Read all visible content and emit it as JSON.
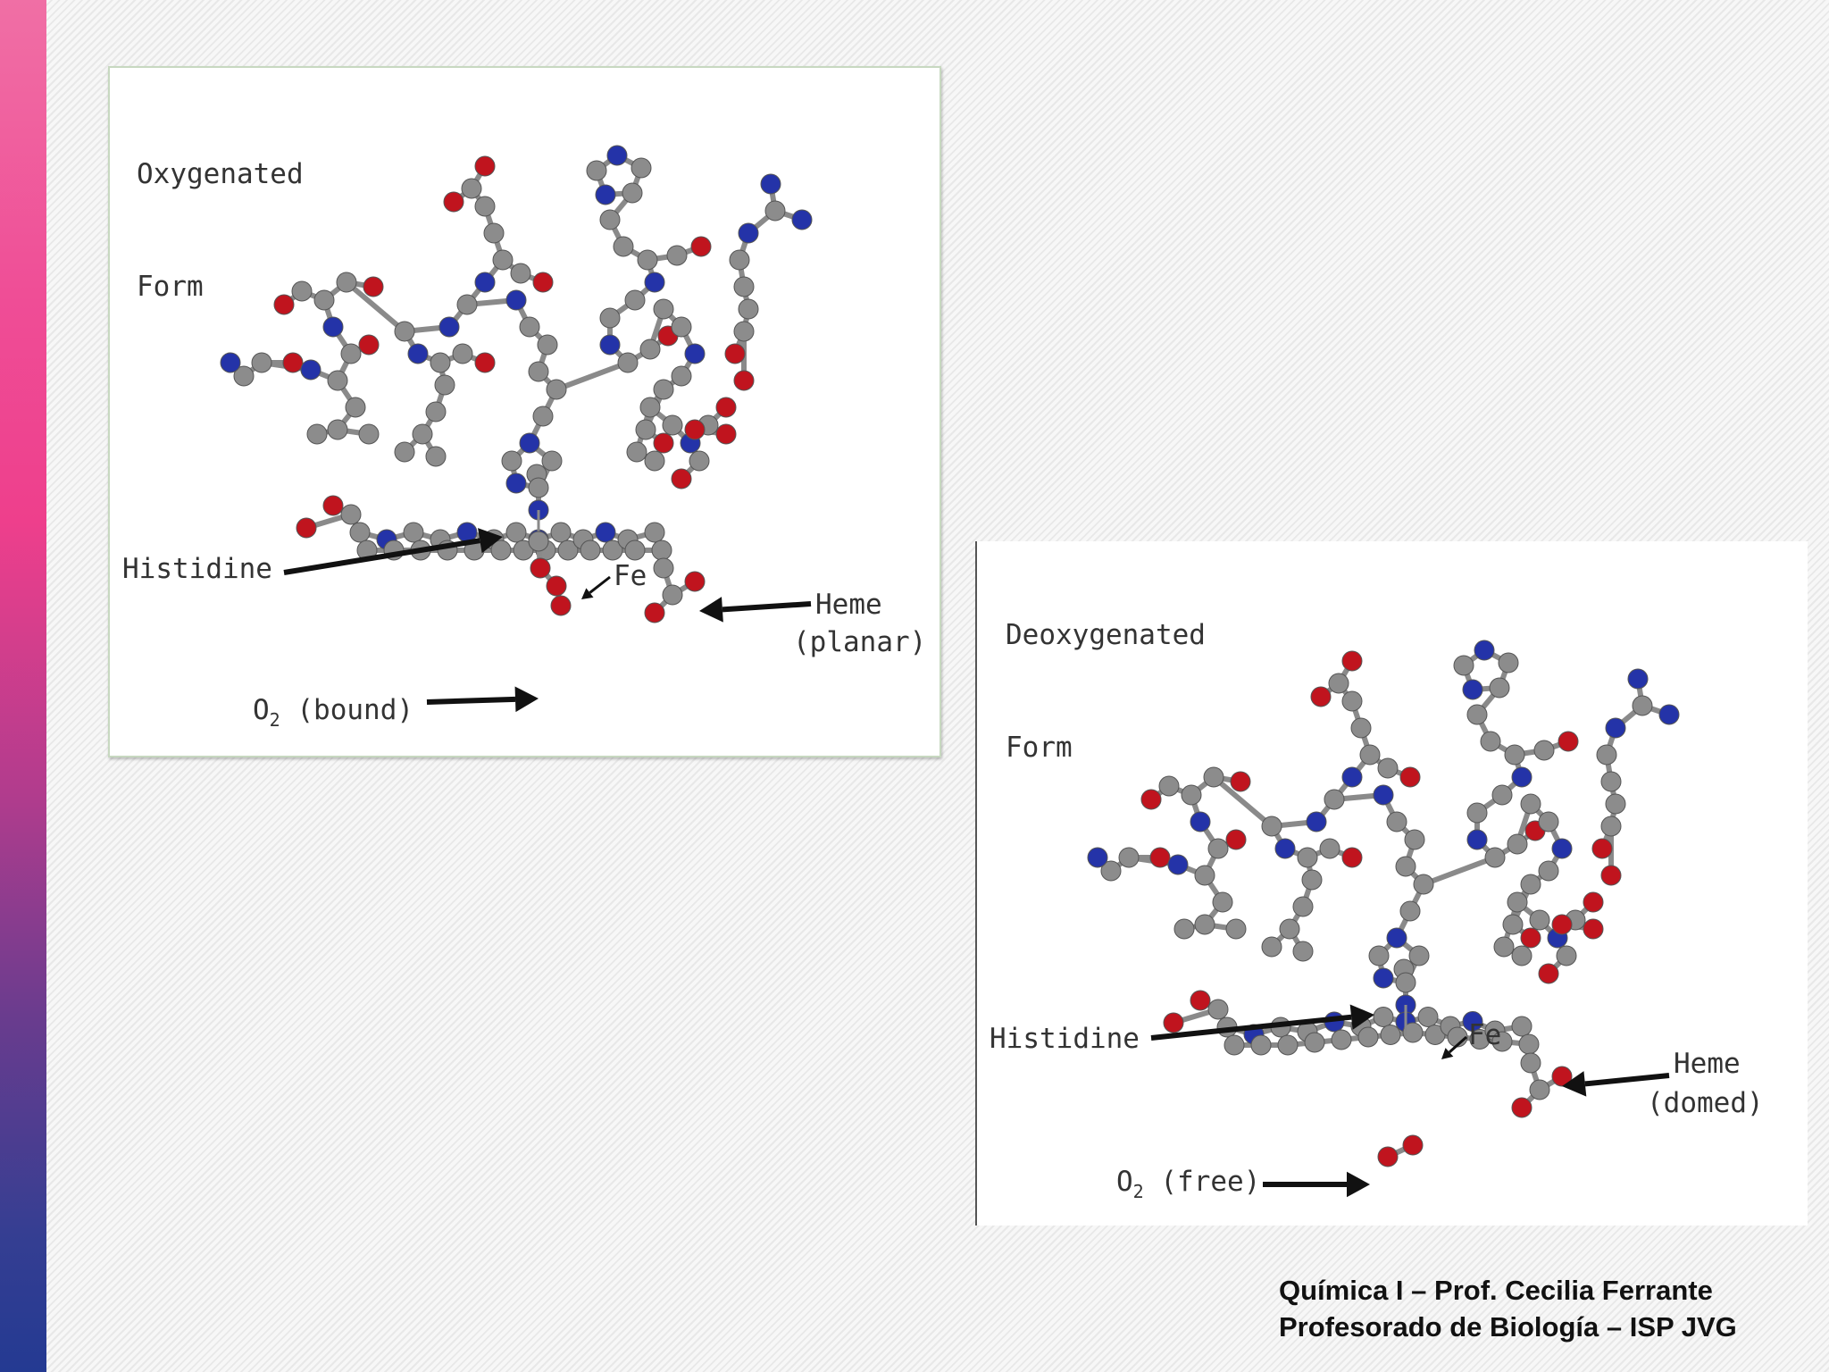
{
  "colors": {
    "carbon": "#8c8c8c",
    "nitrogen": "#2433a8",
    "oxygen": "#c0141e",
    "bond": "#8a8a8a",
    "arrow": "#111111",
    "sidebar_top": "#f06fa5",
    "sidebar_bottom": "#243a92"
  },
  "oxygenated": {
    "title_line1": "Oxygenated",
    "title_line2": "Form",
    "histidine_label": "Histidine",
    "fe_label": "Fe",
    "heme_line1": "Heme",
    "heme_line2": "(planar)",
    "o2_prefix": "O",
    "o2_subscript": "2",
    "o2_state": " (bound)"
  },
  "deoxygenated": {
    "title_line1": "Deoxygenated",
    "title_line2": "Form",
    "histidine_label": "Histidine",
    "fe_label": "Fe",
    "heme_line1": "Heme",
    "heme_line2": "(domed)",
    "o2_prefix": "O",
    "o2_subscript": "2",
    "o2_state": " (free)"
  },
  "footer": {
    "line1": "Química I – Prof. Cecilia Ferrante",
    "line2": "Profesorado de Biología – ISP JVG"
  }
}
